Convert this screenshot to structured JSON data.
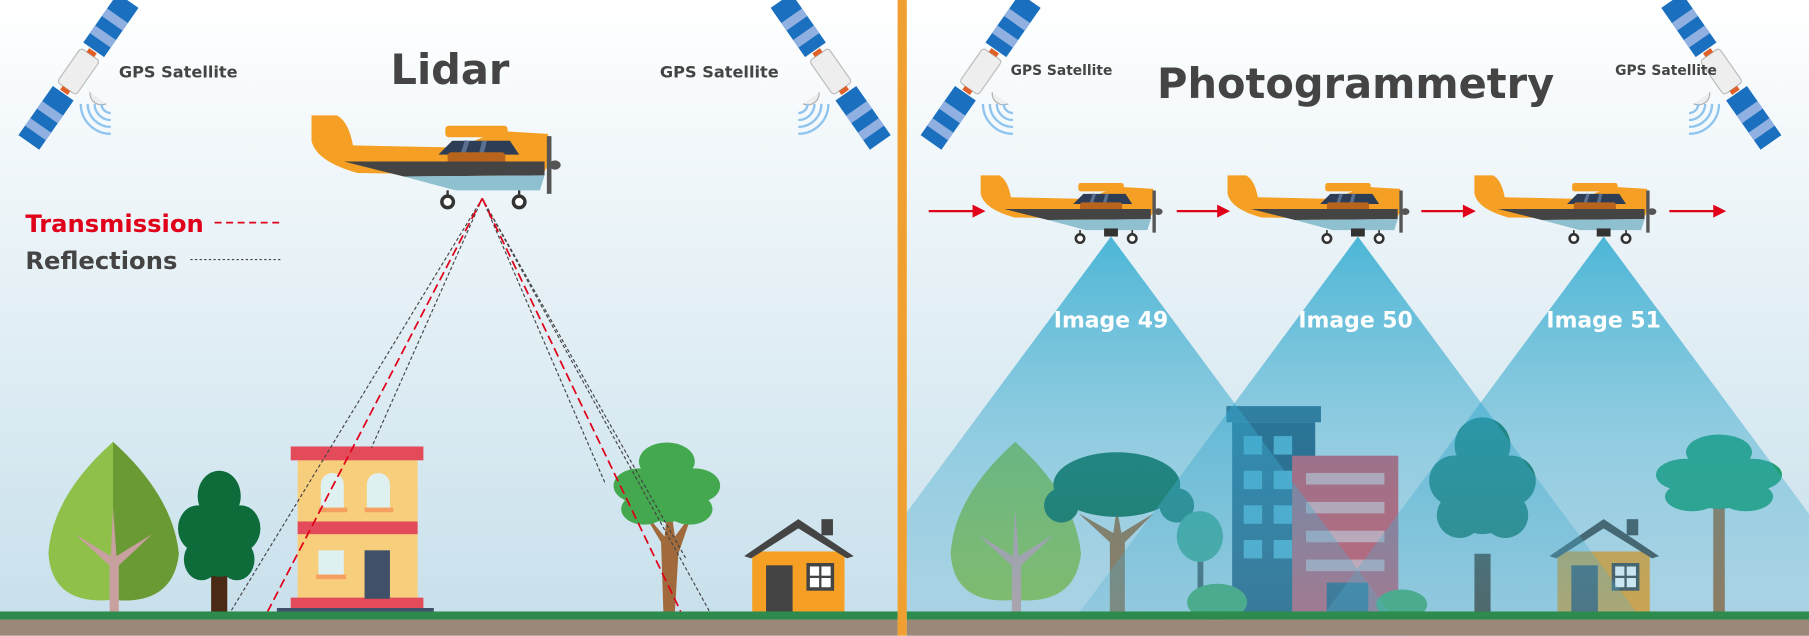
{
  "lidar": {
    "title": "Lidar",
    "satellite_left": "GPS Satellite",
    "satellite_right": "GPS Satellite",
    "legend": {
      "transmission": "Transmission",
      "reflections": "Reflections"
    }
  },
  "photogrammetry": {
    "title": "Photogrammetry",
    "satellite_left": "GPS Satellite",
    "satellite_right": "GPS Satellite",
    "images": [
      "Image 49",
      "Image 50",
      "Image 51"
    ]
  },
  "colors": {
    "divider": "#f0a030",
    "transmission": "#e0001a",
    "reflections": "#444444",
    "plane": "#f5a025",
    "ground": "#2e8b4e",
    "cone": "#1fa0c8"
  }
}
